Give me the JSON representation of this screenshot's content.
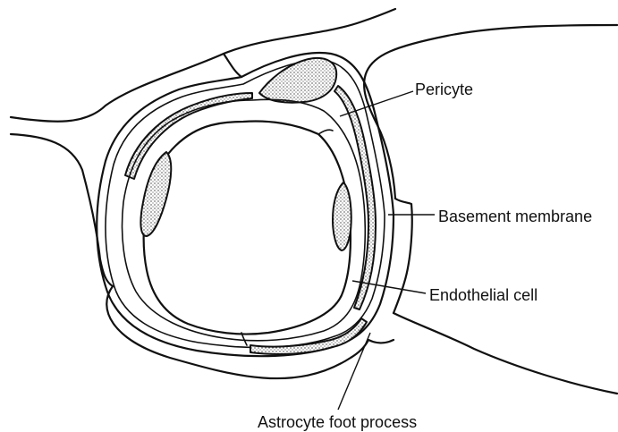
{
  "labels": {
    "pericyte": "Pericyte",
    "basement_membrane": "Basement membrane",
    "endothelial_cell": "Endothelial cell",
    "astrocyte_foot_process": "Astrocyte foot process"
  },
  "colors": {
    "line": "#111111",
    "background": "#ffffff",
    "stipple": "#111111"
  }
}
